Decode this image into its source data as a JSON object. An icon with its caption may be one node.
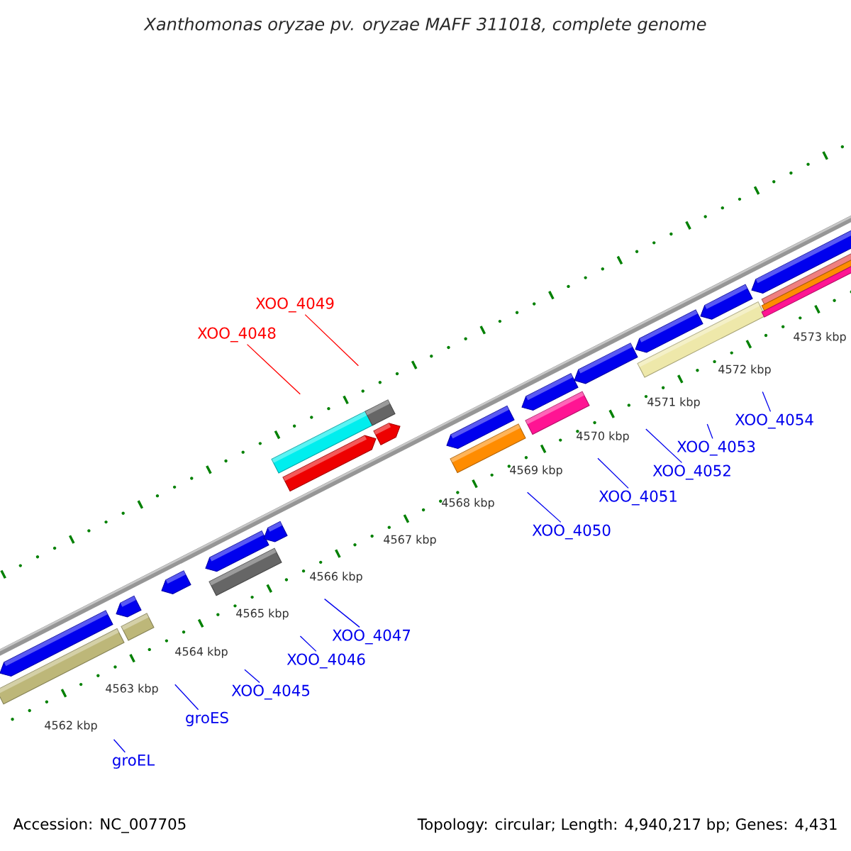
{
  "diagram": {
    "title": "*Xanthomonas oryzae* pv. *oryzae* MAFF 311018, complete genome",
    "nodes": [
      {
        "text": [
          "XOO_4049"
        ]
      },
      {
        "text": [
          "XOO_4048"
        ]
      },
      {
        "text": [
          "XOO_4054"
        ]
      },
      {
        "text": [
          "XOO_4053"
        ]
      },
      {
        "text": [
          "XOO_4052"
        ]
      },
      {
        "text": [
          "XOO_4051"
        ]
      },
      {
        "text": [
          "XOO_4050"
        ]
      },
      {
        "text": [
          "XOO_4047"
        ]
      },
      {
        "text": [
          "XOO_4046"
        ]
      },
      {
        "text": [
          "XOO_4045"
        ]
      },
      {
        "text": [
          "groES"
        ]
      },
      {
        "text": [
          "groEL"
        ]
      }
    ],
    "edges": [
      {
        "from": 0,
        "to": null,
        "arrow": "none",
        "color": "#ff0000"
      },
      {
        "from": 1,
        "to": null,
        "arrow": "none",
        "color": "#ff0000"
      },
      {
        "from": 2,
        "to": null,
        "arrow": "none"
      },
      {
        "from": 3,
        "to": null,
        "arrow": "none"
      },
      {
        "from": 4,
        "to": null,
        "arrow": "none"
      },
      {
        "from": 5,
        "to": null,
        "arrow": "none"
      },
      {
        "from": 6,
        "to": null,
        "arrow": "none"
      },
      {
        "from": 7,
        "to": null,
        "arrow": "none"
      },
      {
        "from": 8,
        "to": null,
        "arrow": "none"
      },
      {
        "from": 9,
        "to": null,
        "arrow": "none"
      },
      {
        "from": 10,
        "to": null,
        "arrow": "none"
      },
      {
        "from": 11,
        "to": null,
        "arrow": "none"
      }
    ],
    "labels": [
      "4573 kbp",
      "4572 kbp",
      "4571 kbp",
      "4570 kbp",
      "4569 kbp",
      "4568 kbp",
      "4567 kbp",
      "4566 kbp",
      "4565 kbp",
      "4564 kbp",
      "4563 kbp",
      "4562 kbp",
      "Accession: NC_007705",
      "Topology: circular; Length: 4,940,217 bp; Genes: 4,431"
    ]
  }
}
